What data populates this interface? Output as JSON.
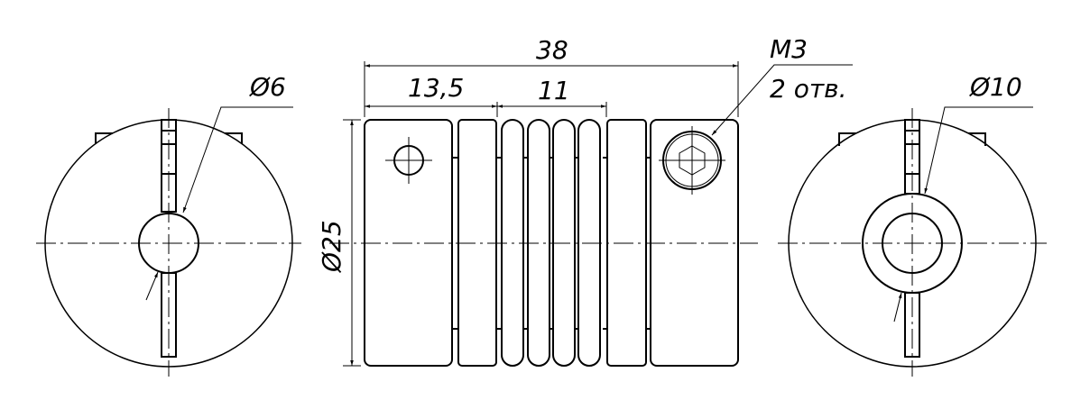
{
  "dimensions": {
    "overall_length": "38",
    "hub_length": "13,5",
    "bellows_length": "11",
    "outer_diameter": "Ø25",
    "left_bore": "Ø6",
    "right_bore": "Ø10",
    "screw_size": "M3",
    "screw_count": "2 отв."
  }
}
